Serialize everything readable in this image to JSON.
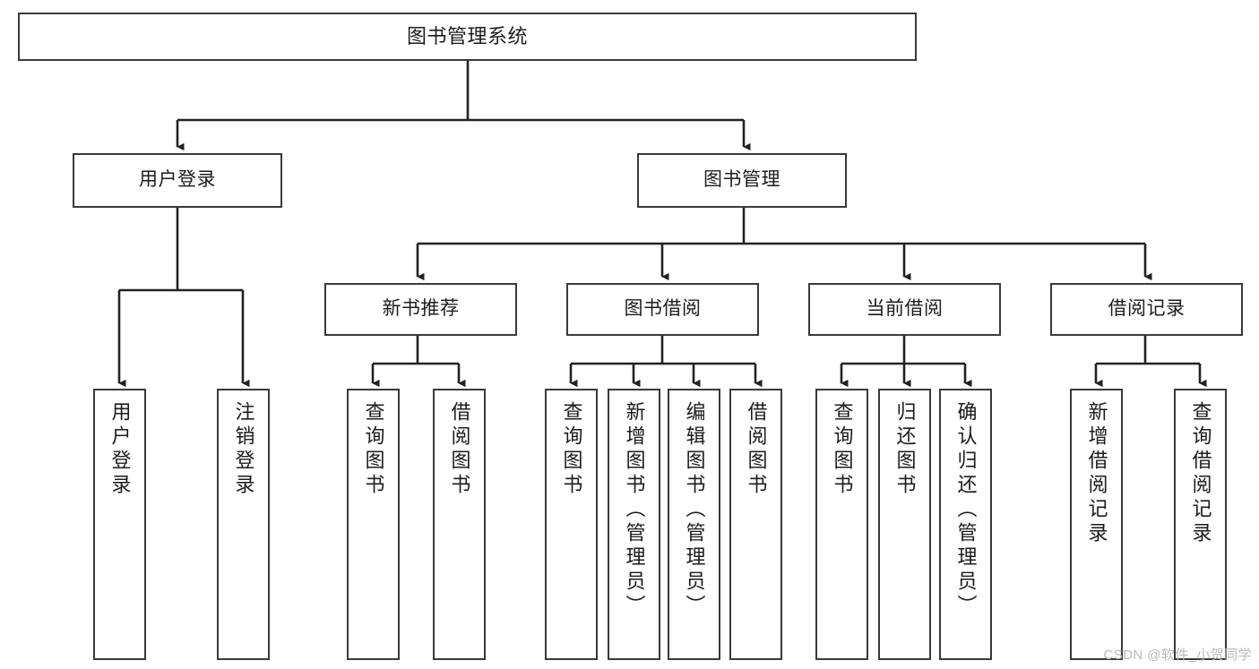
{
  "diagram": {
    "title": "图书管理系统",
    "type": "tree-hierarchy-diagram",
    "colors": {
      "box_border": "#3a3a3a",
      "box_fill": "#ffffff",
      "connector": "#222222",
      "text": "#1c1c1c",
      "watermark": "#b9b9b9"
    },
    "root": {
      "label": "图书管理系统"
    },
    "level2": [
      {
        "label": "用户登录"
      },
      {
        "label": "图书管理"
      }
    ],
    "level3": [
      {
        "label": "新书推荐"
      },
      {
        "label": "图书借阅"
      },
      {
        "label": "当前借阅"
      },
      {
        "label": "借阅记录"
      }
    ],
    "leaves": [
      {
        "label": "用户登录"
      },
      {
        "label": "注销登录"
      },
      {
        "label": "查询图书"
      },
      {
        "label": "借阅图书"
      },
      {
        "label": "查询图书"
      },
      {
        "label": "新增图书（管理员）"
      },
      {
        "label": "编辑图书（管理员）"
      },
      {
        "label": "借阅图书"
      },
      {
        "label": "查询图书"
      },
      {
        "label": "归还图书"
      },
      {
        "label": "确认归还（管理员）"
      },
      {
        "label": "新增借阅记录"
      },
      {
        "label": "查询借阅记录"
      }
    ]
  },
  "watermark": {
    "text": "CSDN @软件_小贺同学"
  }
}
